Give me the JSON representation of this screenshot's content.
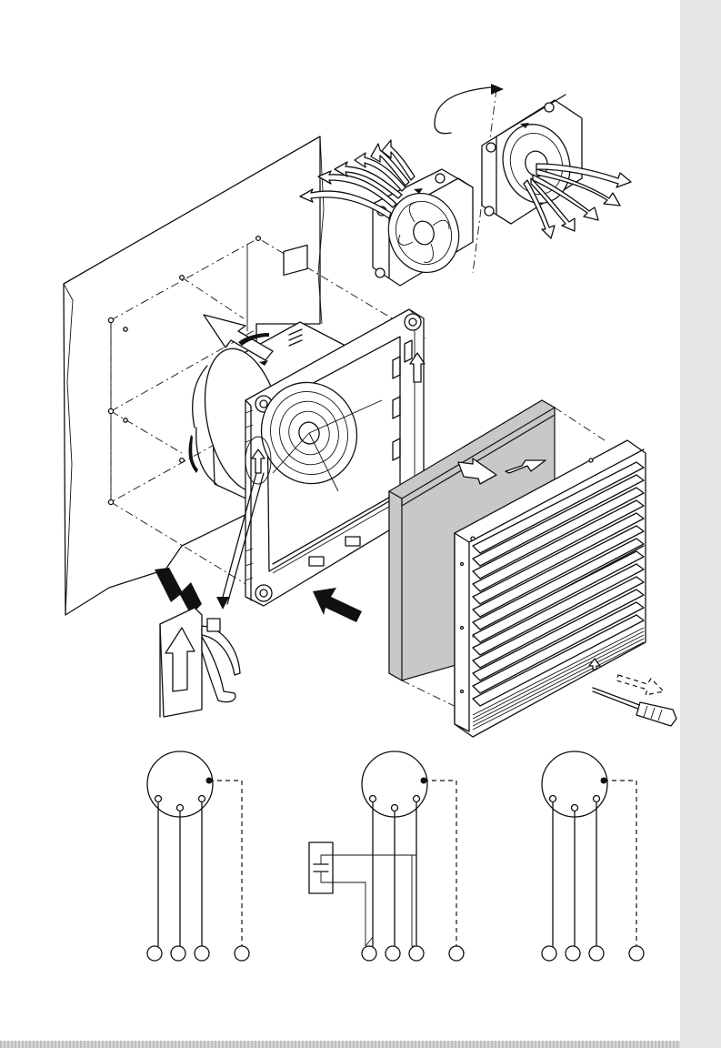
{
  "page": {
    "background": "#ffffff",
    "side_band_color": "#e6e6e6",
    "line_color": "#111111",
    "filter_mat_color": "#c8c8c8"
  },
  "illustration": {
    "parts": [
      "mounting-wall-panel",
      "fan-axial",
      "fan-flipped",
      "fan-housing-frame",
      "filter-mat",
      "louvred-grille",
      "screwdriver",
      "clip-detail"
    ],
    "icons": [
      "airflow-arrow",
      "rotation-arrow",
      "insert-arrow",
      "push-arrow"
    ]
  },
  "wiring_diagrams": [
    {
      "id": "wiring-3-wire",
      "motor_terminals": 3,
      "earth": true,
      "capacitor": false
    },
    {
      "id": "wiring-capacitor",
      "motor_terminals": 3,
      "earth": true,
      "capacitor": true
    },
    {
      "id": "wiring-3-wire-b",
      "motor_terminals": 3,
      "earth": true,
      "capacitor": false
    }
  ]
}
